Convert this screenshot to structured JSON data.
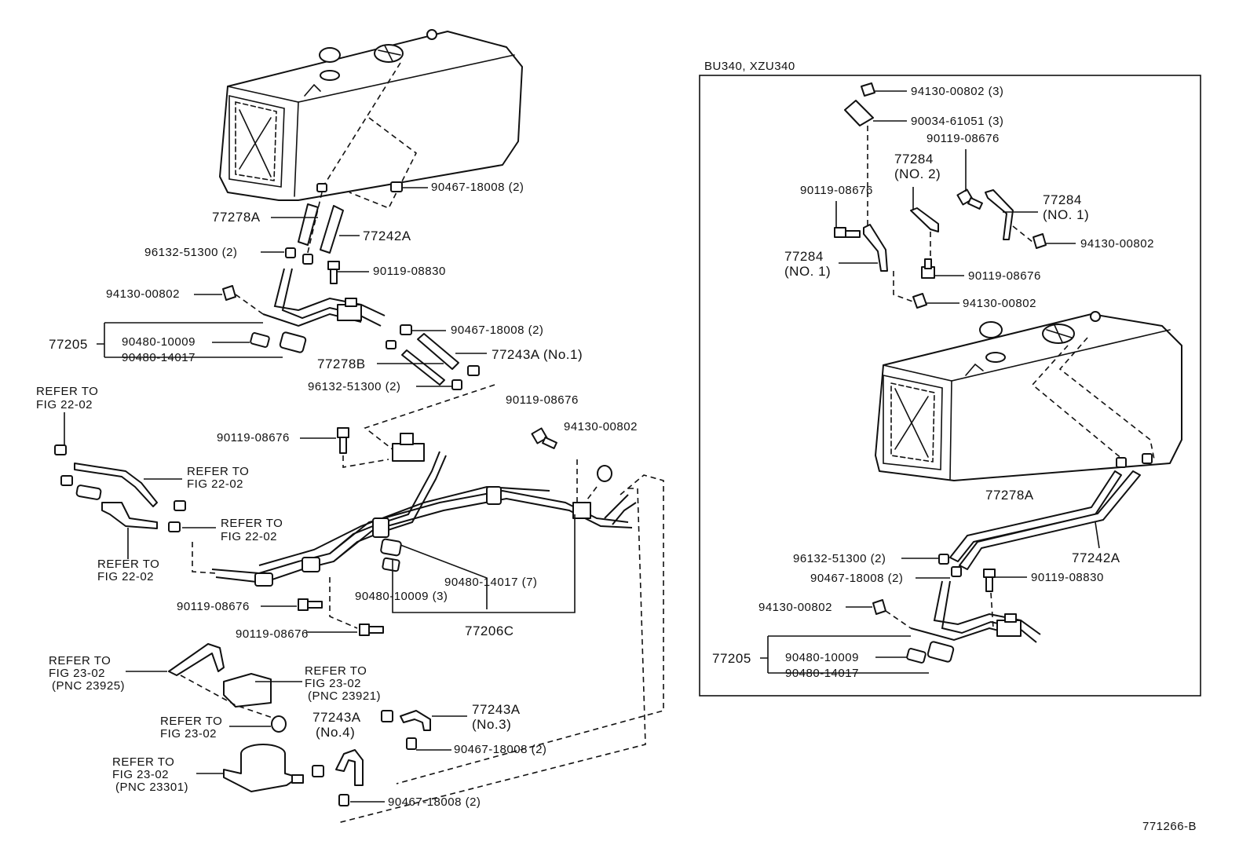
{
  "labels": {
    "box_title": "BU340, XZU340",
    "drawing_number": "771266-B",
    "left": {
      "p90467_top": "90467-18008 (2)",
      "p77278A": "77278A",
      "p77242A": "77242A",
      "p96132_top": "96132-51300 (2)",
      "p90119_08830": "90119-08830",
      "p94130_top": "94130-00802",
      "p77205": "77205",
      "p90480_10009": "90480-10009",
      "p90480_14017": "90480-14017",
      "p90467_mid": "90467-18008 (2)",
      "p77278B": "77278B",
      "p77243A_no1": "77243A (No.1)",
      "p96132_mid": "96132-51300 (2)",
      "p90119_right": "90119-08676",
      "p94130_right": "94130-00802",
      "p90119_left": "90119-08676",
      "refer_22_a1": "REFER TO",
      "refer_22_a2": "FIG 22-02",
      "refer_22_b1": "REFER TO",
      "refer_22_b2": "FIG 22-02",
      "refer_22_c1": "REFER TO",
      "refer_22_c2": "FIG 22-02",
      "refer_22_d1": "REFER TO",
      "refer_22_d2": "FIG 22-02",
      "p90480_14017_7": "90480-14017 (7)",
      "p90480_10009_3": "90480-10009 (3)",
      "p77206C": "77206C",
      "p90119_low1": "90119-08676",
      "p90119_low2": "90119-08676",
      "refer_23_a1": "REFER TO",
      "refer_23_a2": "FIG 23-02",
      "refer_23_a3": "(PNC 23925)",
      "refer_23_b1": "REFER TO",
      "refer_23_b2": "FIG 23-02",
      "refer_23_b3": "(PNC 23921)",
      "refer_23_c1": "REFER TO",
      "refer_23_c2": "FIG 23-02",
      "refer_23_d1": "REFER TO",
      "refer_23_d2": "FIG 23-02",
      "refer_23_d3": "(PNC 23301)",
      "p77243A_no4a": "77243A",
      "p77243A_no4b": "(No.4)",
      "p77243A_no3a": "77243A",
      "p77243A_no3b": "(No.3)",
      "p90467_low1": "90467-18008 (2)",
      "p90467_low2": "90467-18008 (2)"
    },
    "right": {
      "p94130_3": "94130-00802 (3)",
      "p90034": "90034-61051 (3)",
      "p90119_a": "90119-08676",
      "p77284_no2a": "77284",
      "p77284_no2b": "(NO. 2)",
      "p90119_b": "90119-08676",
      "p77284_no1r_a": "77284",
      "p77284_no1r_b": "(NO. 1)",
      "p94130_b": "94130-00802",
      "p77284_no1l_a": "77284",
      "p77284_no1l_b": "(NO. 1)",
      "p90119_c": "90119-08676",
      "p94130_c": "94130-00802",
      "p77278A": "77278A",
      "p77242A": "77242A",
      "p96132": "96132-51300 (2)",
      "p90467": "90467-18008 (2)",
      "p90119_08830": "90119-08830",
      "p94130_d": "94130-00802",
      "p77205": "77205",
      "p90480_10009": "90480-10009",
      "p90480_14017": "90480-14017"
    }
  }
}
